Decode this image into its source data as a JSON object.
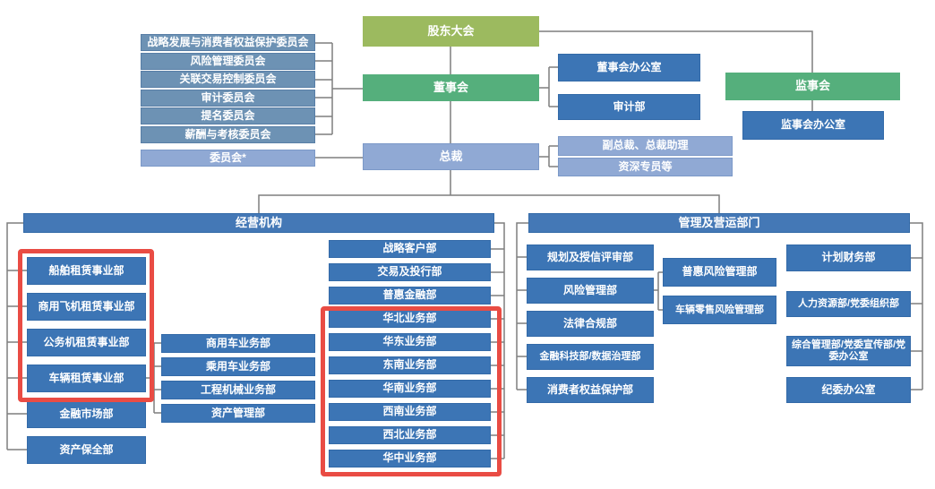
{
  "colors": {
    "shareholders_green": "#9CBA5F",
    "board_green": "#55AF7C",
    "light_blue": "#90A9D4",
    "committee_steel_blue": "#6D92B4",
    "department_blue": "#3C75B5",
    "header_blue": "#4478B6",
    "highlight_red": "#E94C44",
    "connector_gray": "#7F7F7F",
    "text_white": "#FFFFFF"
  },
  "org": {
    "top": {
      "shareholders": "股东大会",
      "board": "董事会",
      "president": "总裁",
      "board_office": "董事会办公室",
      "audit_dept": "审计部",
      "supervisory": "监事会",
      "supervisory_office": "监事会办公室",
      "vp_assistants": "副总裁、总裁助理",
      "senior_specialists": "资深专员等",
      "committees": [
        "战略发展与消费者权益保护委员会",
        "风险管理委员会",
        "关联交易控制委员会",
        "审计委员会",
        "提名委员会",
        "薪酬与考核委员会"
      ],
      "committee_star": "委员会*"
    },
    "business": {
      "header": "经营机构",
      "left_units": [
        "船舶租赁事业部",
        "商用飞机租赁事业部",
        "公务机租赁事业部",
        "车辆租赁事业部",
        "金融市场部",
        "资产保全部"
      ],
      "vehicle_sub_units": [
        "商用车业务部",
        "乘用车业务部",
        "工程机械业务部",
        "资产管理部"
      ],
      "center_units": [
        "战略客户部",
        "交易及投行部",
        "普惠金融部"
      ],
      "regional_units": [
        "华北业务部",
        "华东业务部",
        "东南业务部",
        "华南业务部",
        "西南业务部",
        "西北业务部",
        "华中业务部"
      ]
    },
    "management": {
      "header": "管理及营运部门",
      "left_units": [
        "规划及授信评审部",
        "风险管理部",
        "法律合规部",
        "金融科技部/数据治理部",
        "消费者权益保护部"
      ],
      "risk_sub_units": [
        "普惠风险管理部",
        "车辆零售风险管理部"
      ],
      "right_units": [
        "计划财务部",
        "人力资源部/党委组织部",
        "综合管理部/党委宣传部/党委办公室",
        "纪委办公室"
      ]
    }
  }
}
